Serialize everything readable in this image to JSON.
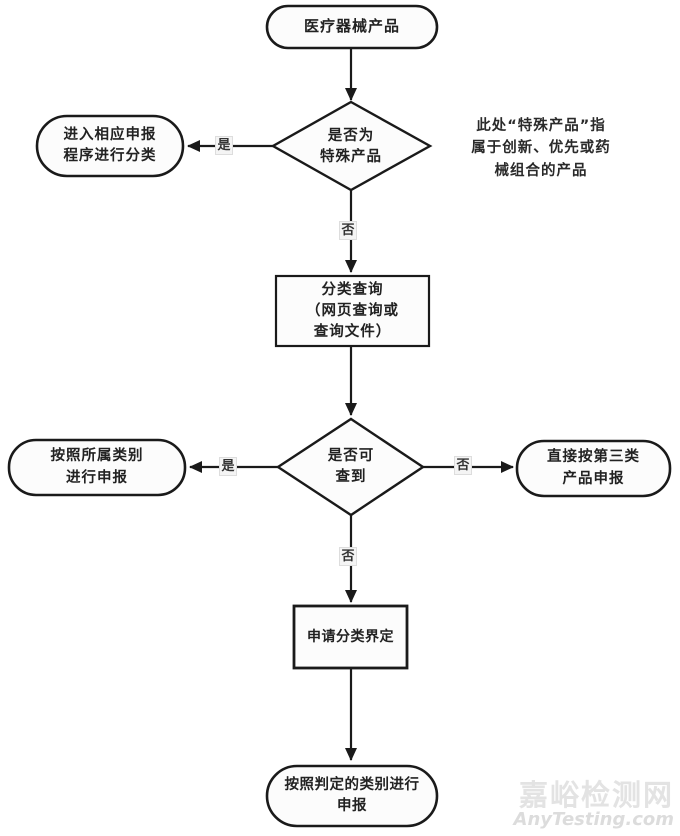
{
  "flowchart": {
    "nodes": {
      "start": "医疗器械产品",
      "decision_special": "是否为\n特殊产品",
      "enter_procedure": "进入相应申报\n程序进行分类",
      "query": "分类查询\n（网页查询或\n查询文件）",
      "decision_found": "是否可\n查到",
      "declare_by_category": "按照所属类别\n进行申报",
      "declare_class3": "直接按第三类\n产品申报",
      "apply_classification": "申请分类界定",
      "final_declare": "按照判定的类别进行\n申报"
    },
    "edge_labels": {
      "yes": "是",
      "no": "否"
    },
    "annotation": "此处“特殊产品”指\n属于创新、优先或药\n械组合的产品"
  },
  "watermark": {
    "site_name_cn": "嘉峪检测网",
    "site_name_en": "AnyTesting.com"
  },
  "colors": {
    "shape_stroke": "#1a1a1a",
    "shape_fill": "#fcfcfc",
    "line": "#1a1a1a",
    "watermark": "#e3e3e3"
  }
}
